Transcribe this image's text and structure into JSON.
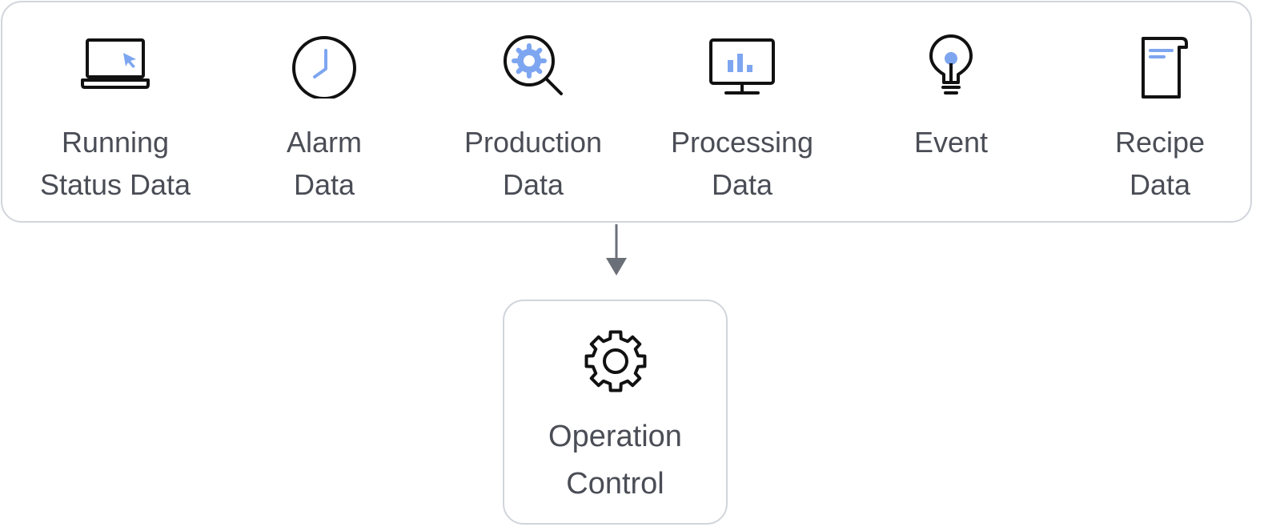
{
  "colors": {
    "text": "#4a4d55",
    "border": "#d1d5db",
    "icon_stroke": "#111111",
    "icon_accent": "#7ea6f0",
    "arrow": "#6b7078"
  },
  "sources": [
    {
      "label": "Running\nStatus Data",
      "icon": "laptop-cursor-icon"
    },
    {
      "label": "Alarm\nData",
      "icon": "clock-icon"
    },
    {
      "label": "Production\nData",
      "icon": "magnifier-gear-icon"
    },
    {
      "label": "Processing\nData",
      "icon": "monitor-chart-icon"
    },
    {
      "label": "Event",
      "icon": "lightbulb-icon"
    },
    {
      "label": "Recipe\nData",
      "icon": "document-icon"
    }
  ],
  "target": {
    "label": "Operation\nControl",
    "icon": "gear-icon"
  }
}
